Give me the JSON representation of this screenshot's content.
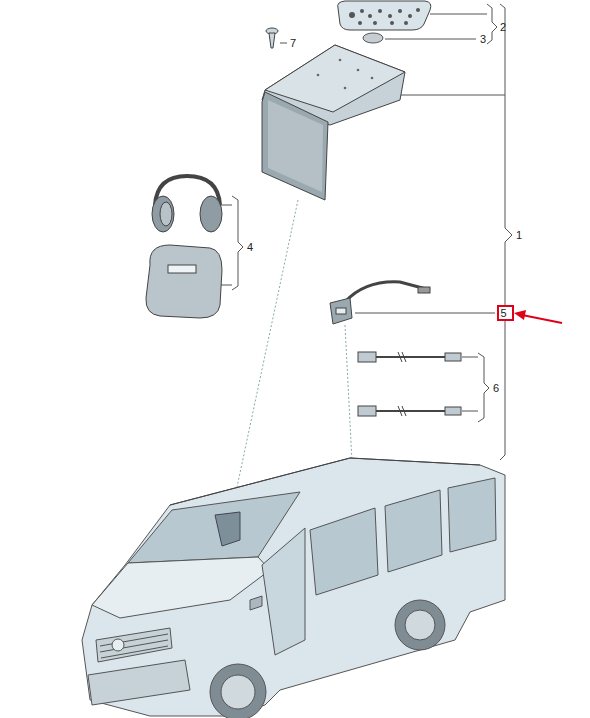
{
  "diagram": {
    "nodes": [
      {
        "text": [
          "5"
        ]
      }
    ],
    "labels": [
      "2",
      "3",
      "7",
      "1",
      "4",
      "6"
    ]
  }
}
